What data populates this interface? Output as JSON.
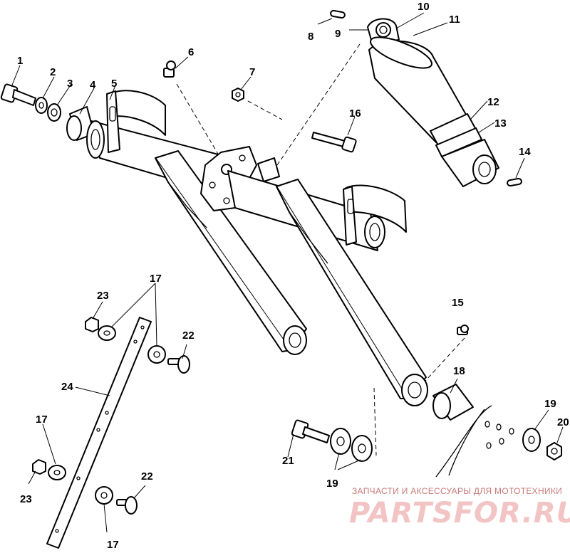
{
  "diagram": {
    "callouts": [
      "1",
      "2",
      "3",
      "4",
      "5",
      "6",
      "7",
      "8",
      "9",
      "10",
      "11",
      "12",
      "13",
      "14",
      "15",
      "16",
      "17",
      "17",
      "17",
      "17",
      "18",
      "19",
      "19",
      "20",
      "21",
      "22",
      "22",
      "23",
      "23",
      "24"
    ]
  },
  "watermark": {
    "tagline": "ЗАПЧАСТИ И АКСЕССУАРЫ ДЛЯ МОТОТЕХНИКИ",
    "logo": "PARTSFOR.RU"
  },
  "colors": {
    "ink": "#000000",
    "paper": "#ffffff",
    "watermark": "#e8a8a8"
  }
}
